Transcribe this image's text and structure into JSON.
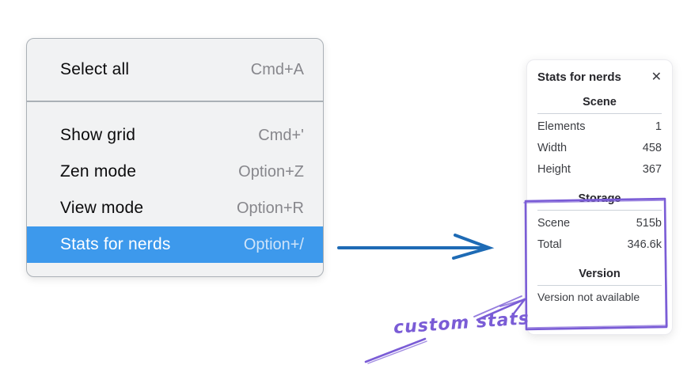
{
  "colors": {
    "menu_highlight": "#3d99ec",
    "arrow_blue": "#1e6bb5",
    "annotation_purple": "#7a5cd6"
  },
  "menu": {
    "groups": [
      {
        "items": [
          {
            "label": "Select all",
            "shortcut": "Cmd+A",
            "highlighted": false
          }
        ]
      },
      {
        "items": [
          {
            "label": "Show grid",
            "shortcut": "Cmd+'",
            "highlighted": false
          },
          {
            "label": "Zen mode",
            "shortcut": "Option+Z",
            "highlighted": false
          },
          {
            "label": "View mode",
            "shortcut": "Option+R",
            "highlighted": false
          },
          {
            "label": "Stats for nerds",
            "shortcut": "Option+/",
            "highlighted": true
          }
        ]
      }
    ]
  },
  "stats_panel": {
    "title": "Stats for nerds",
    "close_icon": "✕",
    "sections": [
      {
        "heading": "Scene",
        "rows": [
          {
            "label": "Elements",
            "value": "1"
          },
          {
            "label": "Width",
            "value": "458"
          },
          {
            "label": "Height",
            "value": "367"
          }
        ]
      },
      {
        "heading": "Storage",
        "rows": [
          {
            "label": "Scene",
            "value": "515b"
          },
          {
            "label": "Total",
            "value": "346.6k"
          }
        ]
      },
      {
        "heading": "Version",
        "message": "Version not available"
      }
    ]
  },
  "annotation": {
    "label": "custom stats"
  }
}
